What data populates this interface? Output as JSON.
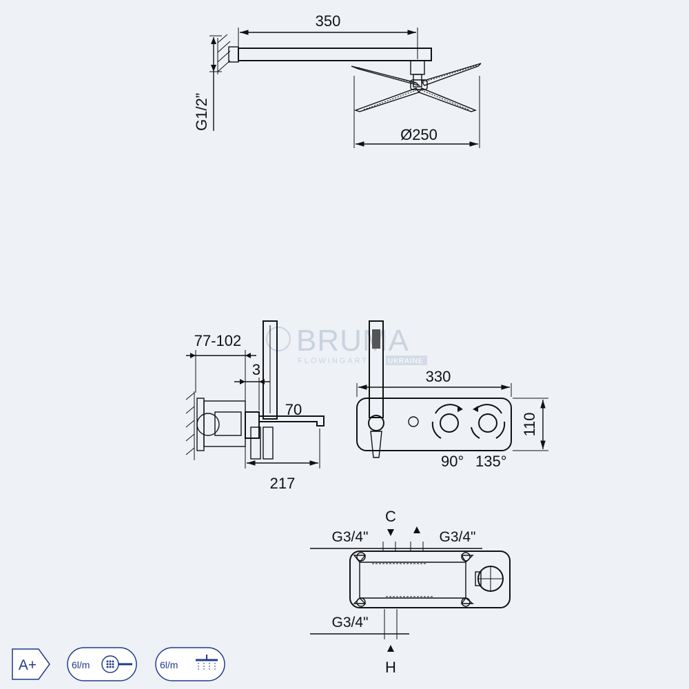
{
  "shower_head": {
    "arm_length": "350",
    "thread": "G1/2”",
    "diameter": "Ø250"
  },
  "side_view": {
    "wall_depth": "77-102",
    "gap": "3",
    "spout": "70",
    "total_length": "217"
  },
  "front_view": {
    "width": "330",
    "height": "110",
    "angle_left": "90°",
    "angle_right": "135°"
  },
  "body_view": {
    "cold_label": "C",
    "hot_label": "H",
    "thread_left": "G3/4\"",
    "thread_right": "G3/4\"",
    "thread_bottom": "G3/4\""
  },
  "watermark": {
    "brand": "BRUMA",
    "tagline": "FLOWINGART",
    "region": "UKRAINE"
  },
  "badges": {
    "energy_class": "A+",
    "hand_flow": "6l/m",
    "head_flow": "6l/m"
  },
  "colors": {
    "background": "#eef1f6",
    "line": "#111111",
    "badge": "#1f3b8a",
    "watermark": "#c9d3df"
  }
}
